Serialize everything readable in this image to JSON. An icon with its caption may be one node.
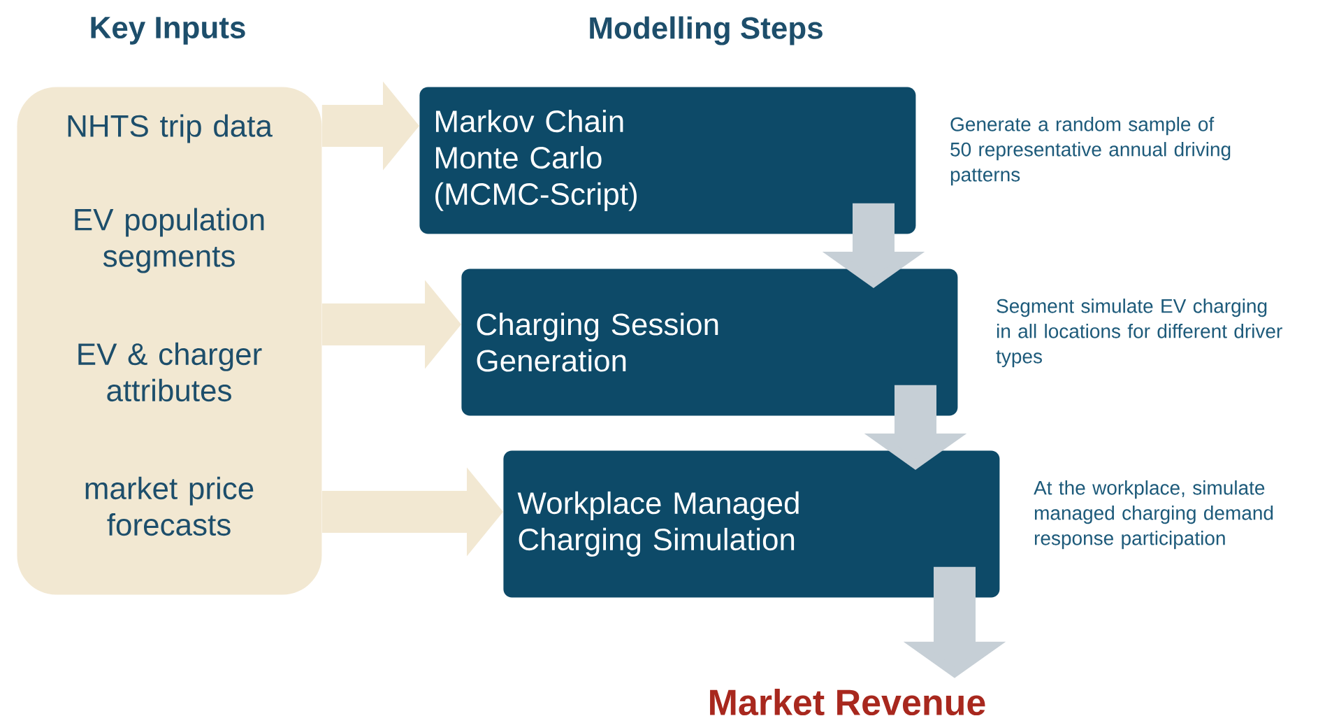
{
  "diagram": {
    "nodes": [
      {
        "text": [],
        "shape": "box"
      },
      {
        "text": [
          "NHTS trip data"
        ],
        "in": 0
      },
      {
        "text": [
          "EV population segments"
        ],
        "in": 0
      },
      {
        "text": [
          "EV & charger attributes"
        ],
        "in": 0
      },
      {
        "text": [
          "market price forecasts"
        ],
        "in": 0
      },
      {
        "text": [
          "Markov Chain Monte Carlo (MCMC-Script)"
        ],
        "beside": [
          "Generate a random sample of 50 representative annual driving patterns"
        ]
      },
      {
        "text": [
          "Charging Session Generation"
        ],
        "beside": [
          "Segment simulate EV charging in all locations for different driver types"
        ]
      },
      {
        "text": [
          "Workplace Managed Charging Simulation"
        ],
        "beside": [
          "At the workplace, simulate managed charging demand response participation"
        ]
      },
      {
        "text": [
          "Market Revenue"
        ]
      }
    ],
    "edges": [
      {
        "from": 0,
        "to": 5,
        "arrow": "to",
        "color": "#f2e8d2"
      },
      {
        "from": 0,
        "to": 6,
        "arrow": "to",
        "color": "#f2e8d2"
      },
      {
        "from": 0,
        "to": 7,
        "arrow": "to",
        "color": "#f2e8d2"
      },
      {
        "from": 5,
        "to": 6,
        "arrow": "to",
        "color": "#c6cfd6"
      },
      {
        "from": 6,
        "to": 7,
        "arrow": "to",
        "color": "#c6cfd6"
      },
      {
        "from": 7,
        "to": 8,
        "arrow": "to",
        "color": "#c6cfd6"
      }
    ],
    "labels": [
      "Key Inputs",
      "Modelling Steps"
    ]
  }
}
